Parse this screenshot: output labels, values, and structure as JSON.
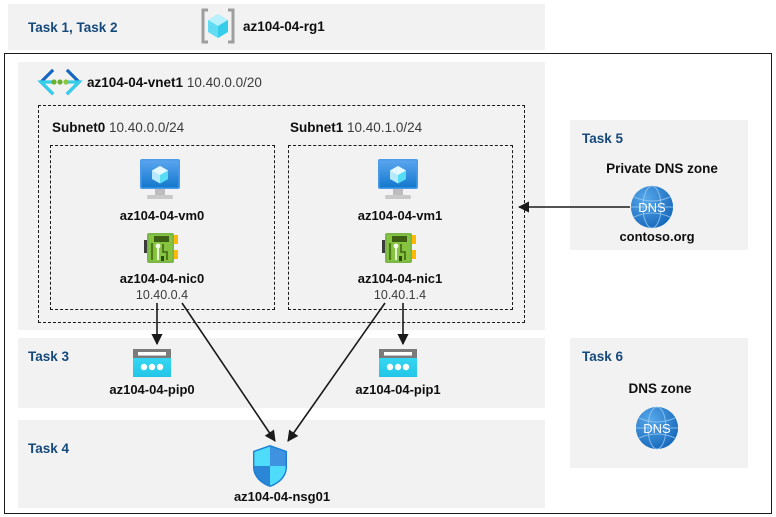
{
  "header": {
    "task_label": "Task 1, Task 2",
    "rg_icon": "resource-group-icon",
    "rg_name": "az104-04-rg1"
  },
  "vnet": {
    "icon": "virtual-network-icon",
    "name": "az104-04-vnet1",
    "address_space": "10.40.0.0/20",
    "subnets": [
      {
        "name": "Subnet0",
        "cidr": "10.40.0.0/24",
        "vm": {
          "icon": "virtual-machine-icon",
          "label": "az104-04-vm0"
        },
        "nic": {
          "icon": "network-interface-icon",
          "label": "az104-04-nic0",
          "ip": "10.40.0.4"
        }
      },
      {
        "name": "Subnet1",
        "cidr": "10.40.1.0/24",
        "vm": {
          "icon": "virtual-machine-icon",
          "label": "az104-04-vm1"
        },
        "nic": {
          "icon": "network-interface-icon",
          "label": "az104-04-nic1",
          "ip": "10.40.1.4"
        }
      }
    ]
  },
  "task3": {
    "task_label": "Task 3",
    "pips": [
      {
        "icon": "public-ip-address-icon",
        "label": "az104-04-pip0"
      },
      {
        "icon": "public-ip-address-icon",
        "label": "az104-04-pip1"
      }
    ]
  },
  "task4": {
    "task_label": "Task 4",
    "nsg": {
      "icon": "network-security-group-icon",
      "label": "az104-04-nsg01"
    }
  },
  "task5": {
    "task_label": "Task 5",
    "title": "Private DNS zone",
    "icon": "dns-zone-icon",
    "icon_text": "DNS",
    "zone_name": "contoso.org"
  },
  "task6": {
    "task_label": "Task 6",
    "title": "DNS zone",
    "icon": "dns-zone-icon",
    "icon_text": "DNS"
  },
  "colors": {
    "task_label": "#15497b",
    "panel_bg": "#f2f2f2",
    "border": "#1a1a1a",
    "accent_cyan": "#32d3f0",
    "accent_blue": "#2b8fe0",
    "nic_green": "#6bb030",
    "dns_blue": "#1f78d1"
  }
}
